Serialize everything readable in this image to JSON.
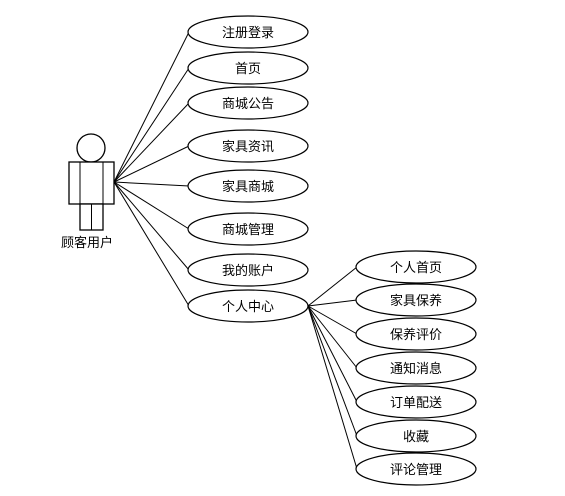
{
  "actor": {
    "label": "顾客用户",
    "icon": "stick-figure-icon"
  },
  "use_cases": [
    {
      "id": "register-login",
      "label": "注册登录"
    },
    {
      "id": "home",
      "label": "首页"
    },
    {
      "id": "mall-notice",
      "label": "商城公告"
    },
    {
      "id": "furniture-news",
      "label": "家具资讯"
    },
    {
      "id": "furniture-mall",
      "label": "家具商城"
    },
    {
      "id": "mall-management",
      "label": "商城管理"
    },
    {
      "id": "my-account",
      "label": "我的账户"
    },
    {
      "id": "personal-center",
      "label": "个人中心"
    }
  ],
  "sub_use_cases": [
    {
      "id": "personal-home",
      "label": "个人首页"
    },
    {
      "id": "furniture-maintenance",
      "label": "家具保养"
    },
    {
      "id": "maintenance-review",
      "label": "保养评价"
    },
    {
      "id": "notifications",
      "label": "通知消息"
    },
    {
      "id": "order-delivery",
      "label": "订单配送"
    },
    {
      "id": "favorites",
      "label": "收藏"
    },
    {
      "id": "review-management",
      "label": "评论管理"
    }
  ]
}
